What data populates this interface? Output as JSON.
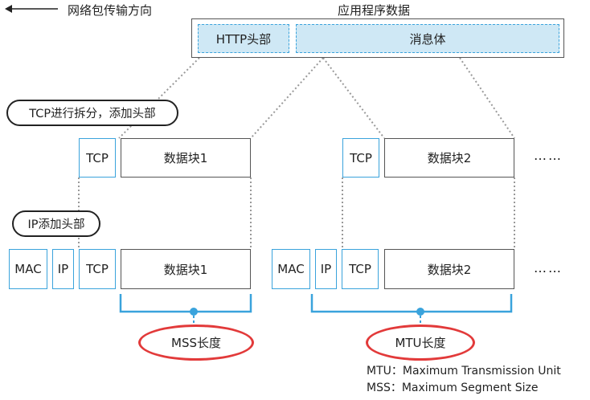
{
  "direction_label": "网络包传输方向",
  "app_data": {
    "title": "应用程序数据",
    "http_header": "HTTP头部",
    "body": "消息体"
  },
  "steps": {
    "tcp_split": "TCP进行拆分，添加头部",
    "ip_header": "IP添加头部"
  },
  "tcp_row": {
    "tcp1": "TCP",
    "block1": "数据块1",
    "tcp2": "TCP",
    "block2": "数据块2",
    "more": "……"
  },
  "ip_row": {
    "mac1": "MAC",
    "ip1": "IP",
    "tcp1": "TCP",
    "block1": "数据块1",
    "mac2": "MAC",
    "ip2": "IP",
    "tcp2": "TCP",
    "block2": "数据块2",
    "more": "……"
  },
  "labels": {
    "mss": "MSS长度",
    "mtu": "MTU长度"
  },
  "legend": {
    "mtu_line": "MTU：Maximum Transmission Unit",
    "mss_line": "MSS：Maximum Segment Size"
  },
  "colors": {
    "accent_blue": "#3aa3dc",
    "light_blue_fill": "#cfe8f5",
    "highlight_red": "#e23a3a"
  }
}
